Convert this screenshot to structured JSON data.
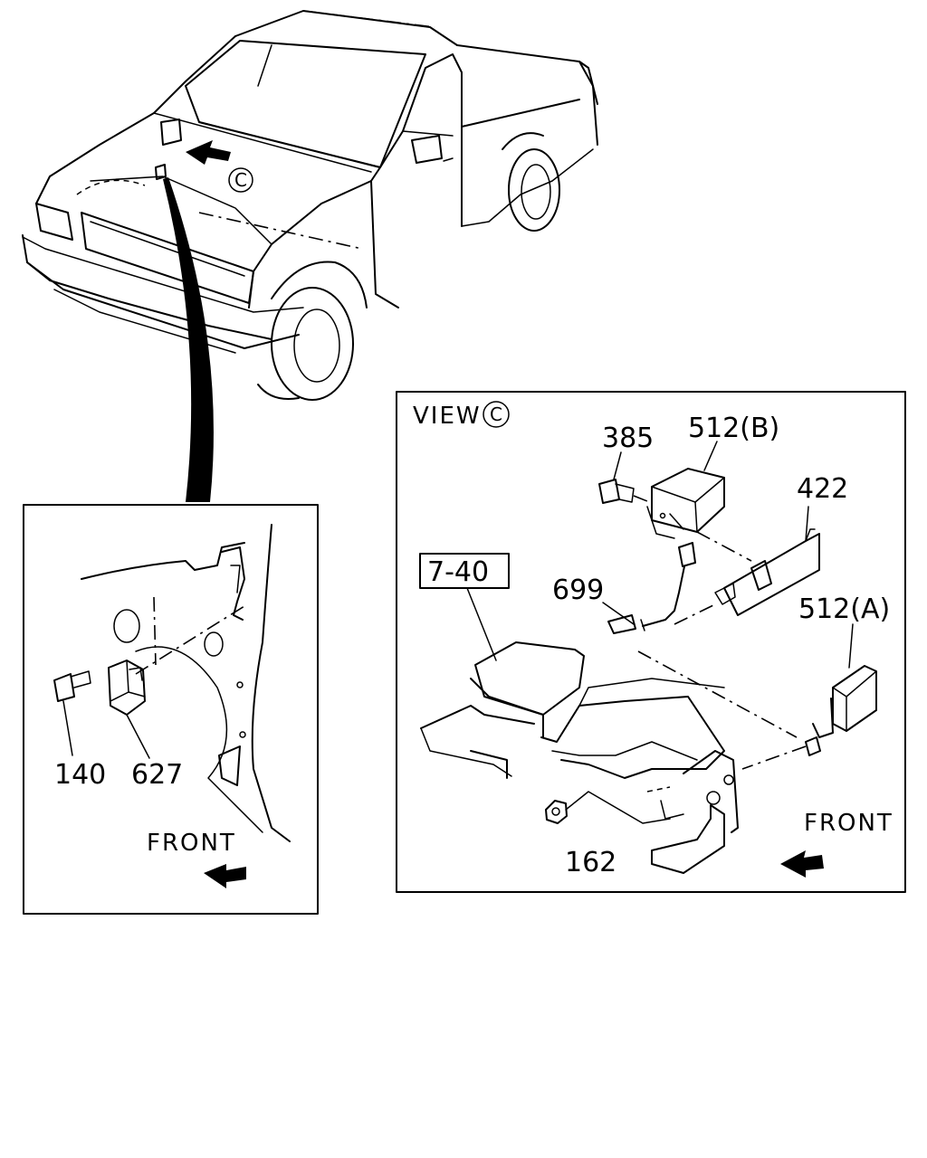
{
  "view_label": "VIEW",
  "view_marker": "C",
  "vehicle_marker": "C",
  "front_left": "FRONT",
  "front_right": "FRONT",
  "parts": {
    "p385": "385",
    "p512b": "512(B)",
    "p422": "422",
    "p740": "7-40",
    "p699": "699",
    "p512a": "512(A)",
    "p162": "162",
    "p140": "140",
    "p627": "627"
  }
}
